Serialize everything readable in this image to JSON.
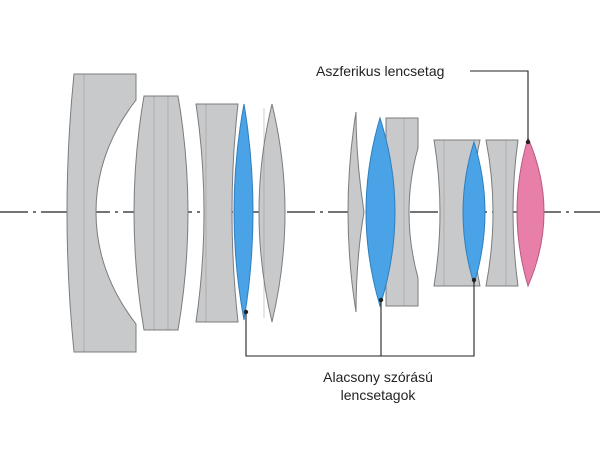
{
  "labels": {
    "aspherical": "Aszferikus lencsetag",
    "low_dispersion_line1": "Alacsony szórású",
    "low_dispersion_line2": "lencsetagok"
  },
  "colors": {
    "element_gray": "#c8c9cb",
    "element_stroke": "#7b7c7e",
    "low_dispersion_blue": "#4aa3e6",
    "aspherical_pink": "#e77fa9",
    "axis": "#222222",
    "leader": "#222222"
  },
  "elements": [
    {
      "group": "front",
      "kind": "meniscus",
      "glass": "standard"
    },
    {
      "group": "front",
      "kind": "biconvex-lens",
      "glass": "standard"
    },
    {
      "group": "front",
      "kind": "concave-lens",
      "glass": "standard"
    },
    {
      "group": "front",
      "kind": "convex-lens",
      "glass": "low-dispersion"
    },
    {
      "group": "front",
      "kind": "biconvex-lens",
      "glass": "standard"
    },
    {
      "group": "middle",
      "kind": "meniscus",
      "glass": "standard"
    },
    {
      "group": "middle",
      "kind": "biconvex-lens",
      "glass": "low-dispersion"
    },
    {
      "group": "middle",
      "kind": "concave-lens",
      "glass": "standard"
    },
    {
      "group": "rear",
      "kind": "concave-lens",
      "glass": "standard"
    },
    {
      "group": "rear",
      "kind": "convex-lens",
      "glass": "low-dispersion"
    },
    {
      "group": "rear",
      "kind": "concave-lens",
      "glass": "standard"
    },
    {
      "group": "rear",
      "kind": "aspherical-lens",
      "glass": "aspherical"
    }
  ]
}
